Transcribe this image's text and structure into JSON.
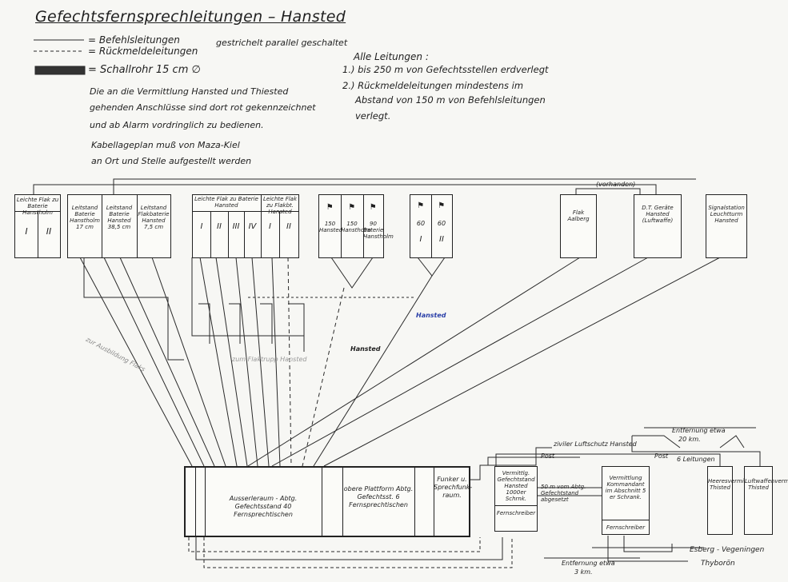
{
  "title": "Gefechtsfernsprechleitungen – Hansted",
  "legend": {
    "befehl": "= Befehlsleitungen",
    "rueckmelde": "= Rückmeldeleitungen",
    "parallel": "gestrichelt parallel geschaltet",
    "schallrohr": "= Schallrohr 15 cm ∅",
    "note1": "Die an die Vermittlung Hansted und Thiested",
    "note2": "gehenden Anschlüsse sind dort rot gekennzeichnet",
    "note3": "und ab Alarm vordringlich zu bedienen.",
    "note4": "Kabellageplan muß von Maza-Kiel",
    "note5": "an Ort und Stelle aufgestellt werden"
  },
  "alle": {
    "head": "Alle Leitungen :",
    "l1": "1.) bis 250 m von Gefechtsstellen erdverlegt",
    "l2": "2.) Rückmeldeleitungen mindestens im",
    "l3": "Abstand von 150 m von Befehlsleitungen",
    "l4": "verlegt."
  },
  "top_boxes": {
    "b1": {
      "title": "Leichte Flak zu Baterie Hanstholm",
      "c1": "I",
      "c2": "II"
    },
    "b2": {
      "c1": "Leitstand Baterie Hanstholm 17 cm",
      "c2": "Leitstand Baterie Hansted 38,5 cm",
      "c3": "Leitstand Flakbaterie Hansted 7,5 cm"
    },
    "b3": {
      "title1": "Leichte Flak zu Baterie Hansted",
      "title2": "Leichte Flak zu Flakbt. Hansted",
      "c1": "I",
      "c2": "II",
      "c3": "III",
      "c4": "IV",
      "c5": "I",
      "c6": "II"
    },
    "b4": {
      "c1": "150 Hansted",
      "c2": "150 Hanstholm",
      "c3": "90 Baterie Hanstholm"
    },
    "b5": {
      "c1": "60",
      "c2": "60",
      "r1": "I",
      "r2": "II"
    },
    "b6": {
      "text": "Flak Aalberg"
    },
    "b7": {
      "text": "D.T. Geräte Hansted (Luftwaffe)"
    },
    "b8": {
      "text": "Signalstation Leuchtturm Hansted"
    },
    "vorhanden": "(vorhanden)"
  },
  "bottom": {
    "main1": "Ausserleraum - Abtg. Gefechtsstand 40 Fernsprechtischen",
    "main2": "obere Plattform Abtg. Gefechtsst. 6 Fernsprechtischen",
    "main3": "Funker u. Sprechfunk- raum.",
    "verm1": "Vermittlg. Gefechtstand Hansted 1000er Schrnk.",
    "fern1": "Fernschreiber",
    "side1": "50 m vom Abtg. Gefechtstand abgesetzt",
    "verm2": "Vermittlung Kommandant im Abschnitt 5 er Schrank.",
    "fern2": "Fernschreiber",
    "heeres": "Heeresvermittlung Thisted",
    "luftwaffe": "Luftwaffenvermittlung Thisted"
  },
  "annotations": {
    "ziviler": "ziviler Luftschutz Hansted",
    "post1": "Post",
    "post2": "Post",
    "leitungen": "6 Leitungen",
    "entfernung1": "Entfernung etwa",
    "entfernung1b": "20 km.",
    "entfernung2": "Entfernung etwa",
    "entfernung2b": "3 km.",
    "esberg": "Esberg - Vegeningen",
    "thyboron": "Thyborön",
    "hansted_blue": "Hansted",
    "hansted_black": "Hansted",
    "faint1": "zur Ausbildung Flaks",
    "faint2": "zum Flaktrupp Hansted"
  }
}
